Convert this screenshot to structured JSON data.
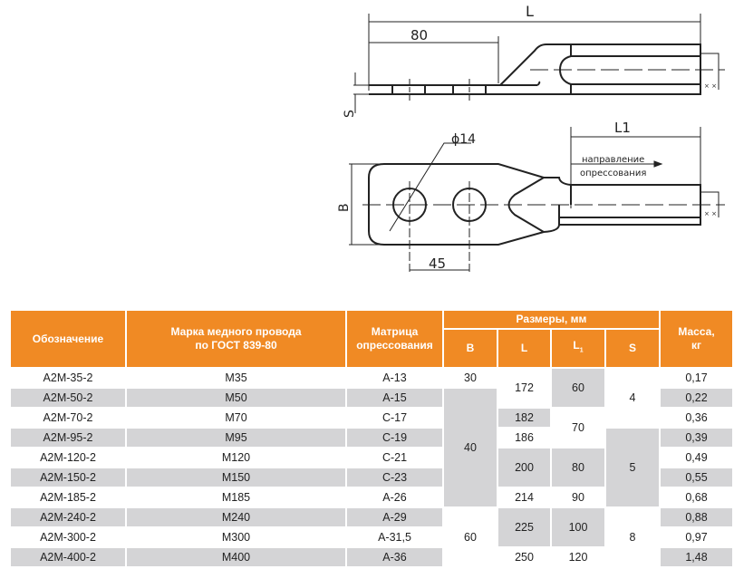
{
  "drawing": {
    "dim_L": "L",
    "dim_80": "80",
    "dim_S": "S",
    "dim_L1": "L1",
    "dim_d14": "ϕ14",
    "dim_B": "B",
    "dim_45": "45",
    "direction_line1": "направление",
    "direction_line2": "опрессования",
    "marks": "× ×"
  },
  "table": {
    "headers": {
      "designation": "Обозначение",
      "wire_line1": "Марка медного провода",
      "wire_line2": "по ГОСТ 839-80",
      "die_line1": "Матрица",
      "die_line2": "опрессования",
      "dims": "Размеры, мм",
      "B": "B",
      "L": "L",
      "L1": "L",
      "L1_sub": "1",
      "S": "S",
      "mass_line1": "Масса,",
      "mass_line2": "кг"
    },
    "rows": [
      {
        "designation": "А2М-35-2",
        "wire": "М35",
        "die": "А-13",
        "mass": "0,17"
      },
      {
        "designation": "А2М-50-2",
        "wire": "М50",
        "die": "А-15",
        "mass": "0,22"
      },
      {
        "designation": "А2М-70-2",
        "wire": "М70",
        "die": "С-17",
        "mass": "0,36"
      },
      {
        "designation": "А2М-95-2",
        "wire": "М95",
        "die": "С-19",
        "mass": "0,39"
      },
      {
        "designation": "А2М-120-2",
        "wire": "М120",
        "die": "С-21",
        "mass": "0,49"
      },
      {
        "designation": "А2М-150-2",
        "wire": "М150",
        "die": "С-23",
        "mass": "0,55"
      },
      {
        "designation": "А2М-185-2",
        "wire": "М185",
        "die": "А-26",
        "mass": "0,68"
      },
      {
        "designation": "А2М-240-2",
        "wire": "М240",
        "die": "А-29",
        "mass": "0,88"
      },
      {
        "designation": "А2М-300-2",
        "wire": "М300",
        "die": "А-31,5",
        "mass": "0,97"
      },
      {
        "designation": "А2М-400-2",
        "wire": "М400",
        "die": "А-36",
        "mass": "1,48"
      }
    ],
    "B": [
      "30",
      "40",
      "60"
    ],
    "L": [
      "172",
      "182",
      "186",
      "200",
      "214",
      "225",
      "250"
    ],
    "L1": [
      "60",
      "70",
      "80",
      "90",
      "100",
      "120"
    ],
    "S": [
      "4",
      "5",
      "8"
    ]
  }
}
